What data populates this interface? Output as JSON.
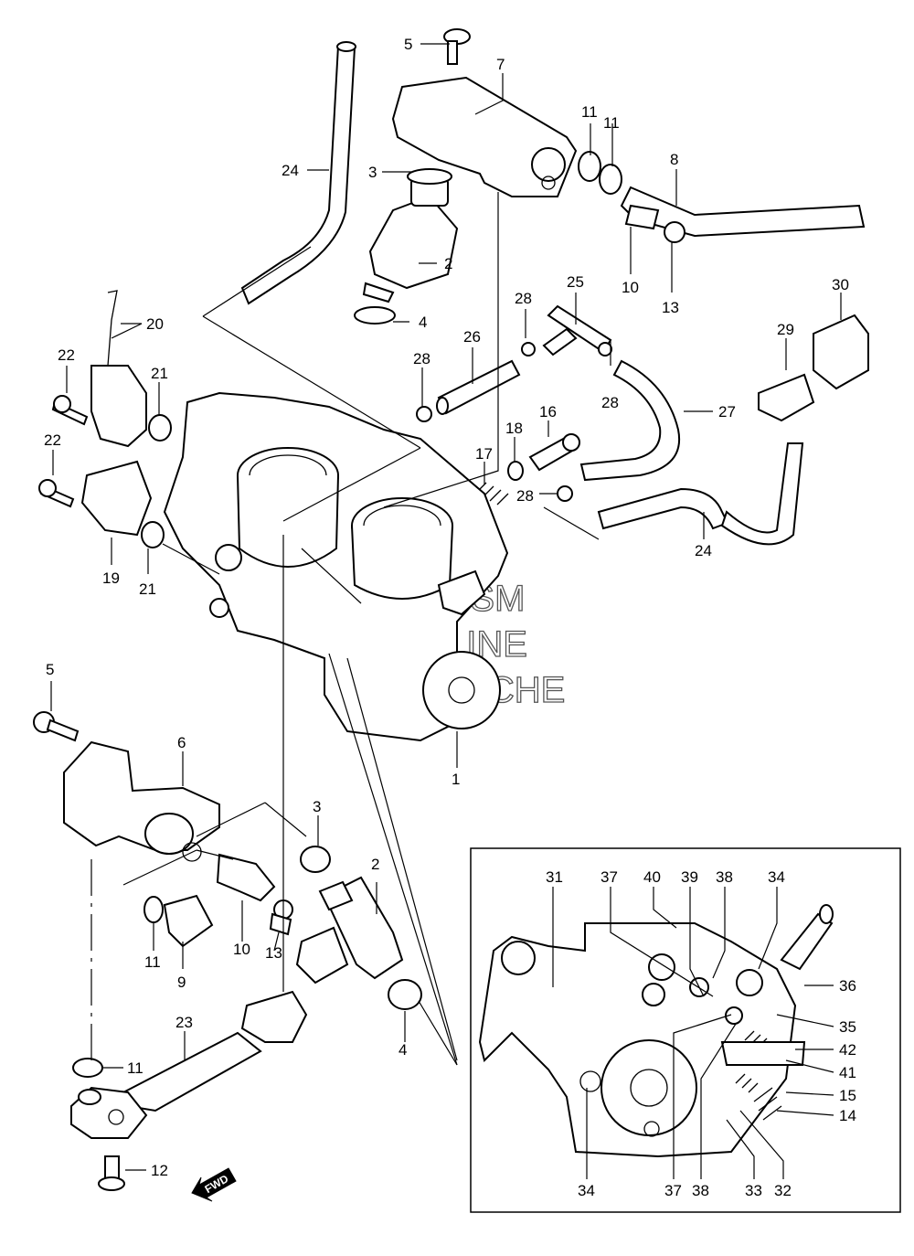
{
  "watermark": {
    "line1": "FICSM",
    "line2": "ONLINE",
    "line3": "MICROFICHE"
  },
  "fwd_label": "FWD",
  "callouts": [
    "1",
    "2",
    "3",
    "4",
    "5",
    "6",
    "7",
    "8",
    "9",
    "10",
    "11",
    "12",
    "13",
    "14",
    "15",
    "16",
    "17",
    "18",
    "19",
    "20",
    "21",
    "22",
    "23",
    "24",
    "25",
    "26",
    "27",
    "28",
    "29",
    "30",
    "31",
    "32",
    "33",
    "34",
    "35",
    "36",
    "37",
    "38",
    "39",
    "40",
    "41",
    "42"
  ]
}
